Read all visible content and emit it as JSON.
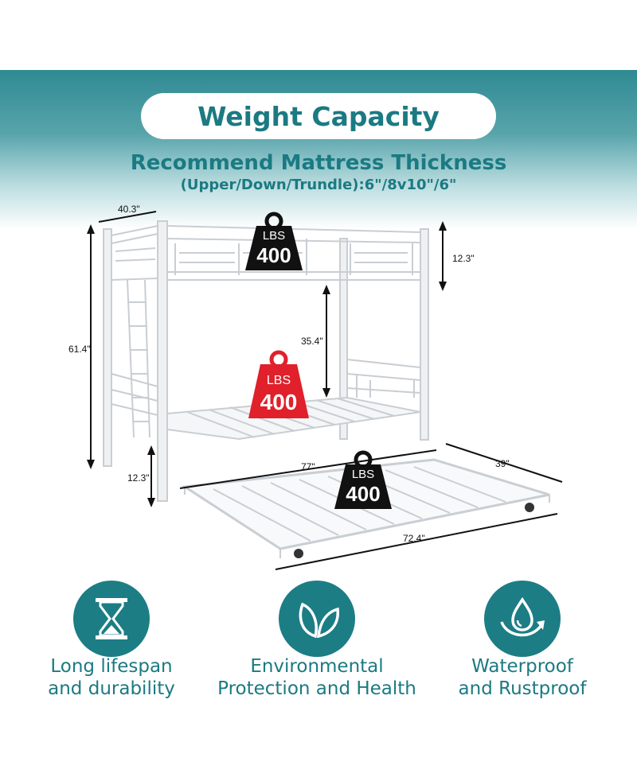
{
  "header": {
    "title": "Weight Capacity",
    "subtitle": "Recommend Mattress Thickness",
    "subtitle_detail": "(Upper/Down/Trundle):6\"/8v10\"/6\""
  },
  "dimensions": {
    "top_width": "40.3\"",
    "total_height": "61.4\"",
    "guardrail_height": "12.3\"",
    "bunk_clearance": "35.4\"",
    "floor_clearance": "12.3\"",
    "trundle_length": "77\"",
    "trundle_width": "39\"",
    "trundle_inner_length": "72.4\""
  },
  "weights": {
    "upper": {
      "unit": "LBS",
      "value": "400"
    },
    "lower": {
      "unit": "LBS",
      "value": "400"
    },
    "trundle": {
      "unit": "LBS",
      "value": "400"
    }
  },
  "features": [
    {
      "icon": "hourglass-icon",
      "line1": "Long lifespan",
      "line2": "and durability"
    },
    {
      "icon": "leaves-icon",
      "line1": "Environmental",
      "line2": "Protection and Health"
    },
    {
      "icon": "water-drop-icon",
      "line1": "Waterproof",
      "line2": "and Rustproof"
    }
  ],
  "colors": {
    "accent": "#1c7d85",
    "weight_dark": "#111111",
    "weight_red": "#e0202a"
  }
}
